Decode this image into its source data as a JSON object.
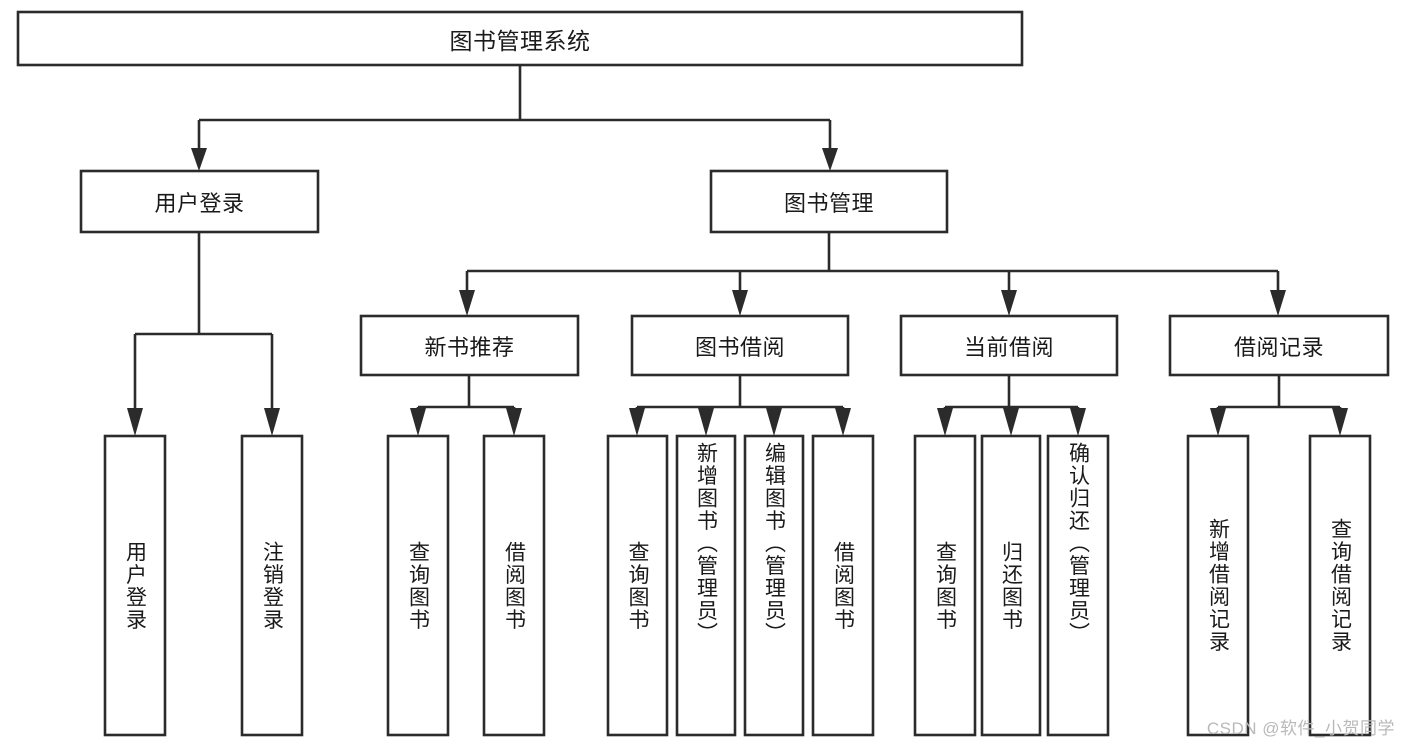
{
  "diagram": {
    "type": "tree-hierarchy",
    "title": "图书管理系统",
    "watermark": "CSDN @软件_小贺同学",
    "style": {
      "box_fill": "#ffffff",
      "box_stroke": "#2b2b2b",
      "text_color": "#1a1a1a",
      "background": "#ffffff",
      "watermark_color": "#b9b9b9"
    },
    "root": {
      "label": "图书管理系统"
    },
    "level2": [
      {
        "label": "用户登录"
      },
      {
        "label": "图书管理"
      }
    ],
    "level3": [
      {
        "label": "新书推荐"
      },
      {
        "label": "图书借阅"
      },
      {
        "label": "当前借阅"
      },
      {
        "label": "借阅记录"
      }
    ],
    "leaves": {
      "user_login": [
        {
          "label": "用户登录"
        },
        {
          "label": "注销登录"
        }
      ],
      "new_book_recommend": [
        {
          "label": "查询图书"
        },
        {
          "label": "借阅图书"
        }
      ],
      "book_borrow": [
        {
          "label": "查询图书"
        },
        {
          "label": "新增图书（管理员）"
        },
        {
          "label": "编辑图书（管理员）"
        },
        {
          "label": "借阅图书"
        }
      ],
      "current_borrow": [
        {
          "label": "查询图书"
        },
        {
          "label": "归还图书"
        },
        {
          "label": "确认归还（管理员）"
        }
      ],
      "borrow_record": [
        {
          "label": "新增借阅记录"
        },
        {
          "label": "查询借阅记录"
        }
      ]
    }
  }
}
